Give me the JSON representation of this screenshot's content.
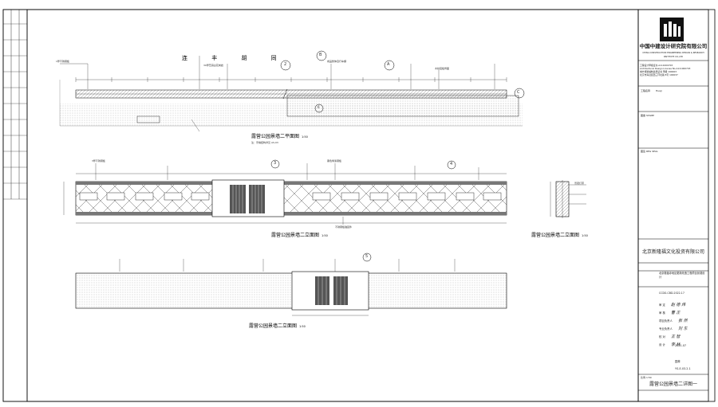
{
  "company": {
    "name": "中国中建设计研究院有限公司",
    "name_en": "CHINA CONSTRUCTION ENGINEERING DESIGN & RESEARCH INSTITUTE CO.,LTD",
    "cert_lines": [
      "工程设计甲级证书 A111000703",
      "Architectural Design License No.A111000703",
      "城乡规划编制资质证书 甲级 190003",
      "北京市海淀区西三环北路 8号  100037"
    ]
  },
  "title_block": {
    "project_label": "工程名称",
    "project_value": "Huaji",
    "seal_label": "图章 STAMP",
    "seal2_label": "图签 REG SEAL",
    "client": "北京新隆福文化投资有限公司",
    "project_name": "北京隆福寺地区更新改造工程项目景观设计",
    "project_no": "CCDG-CBD-2022-17",
    "roles": [
      {
        "label": "审 定",
        "name": "赵 德 炜"
      },
      {
        "label": "审 核",
        "name": "曹 正"
      },
      {
        "label": "项目负责人",
        "name": "张 然"
      },
      {
        "label": "专业负责人",
        "name": "刘 东"
      },
      {
        "label": "校 对",
        "name": "王 智"
      },
      {
        "label": "设 计",
        "name": "李 林"
      }
    ],
    "date": "2021.07",
    "discipline": "园林",
    "drawing_no": "YS-E-03.2.1",
    "scale_label": "比例 1:50",
    "drawing_title": "露营公园景墙二详图一"
  },
  "drawing": {
    "street_name": "连 丰 胡 同",
    "plan_title": "露营公园景墙二平面图",
    "plan_scale": "1:50",
    "plan_note": "注：景墙结构详见 AS-03",
    "elev1_title": "露营公园景墙二立面图",
    "elev1_scale": "1:50",
    "elev2_title": "露营公园景墙二立面图",
    "elev2_scale": "1:50",
    "section_title": "露营公园景墙二立面图",
    "section_scale": "1:50",
    "callouts": {
      "c1": "2",
      "c2": "A",
      "c3": "B",
      "c4": "C",
      "c5": "3",
      "c6": "4",
      "c7": "5",
      "c8": "6"
    },
    "annotations": [
      "1厚不锈钢板",
      "30厚芝麻白花岗岩",
      "成品整体自行车棚",
      "木纹铝板饰面",
      "3厚不锈钢板",
      "黑色烤漆钢板",
      "不锈钢板锚固件",
      "景观灯带"
    ]
  }
}
